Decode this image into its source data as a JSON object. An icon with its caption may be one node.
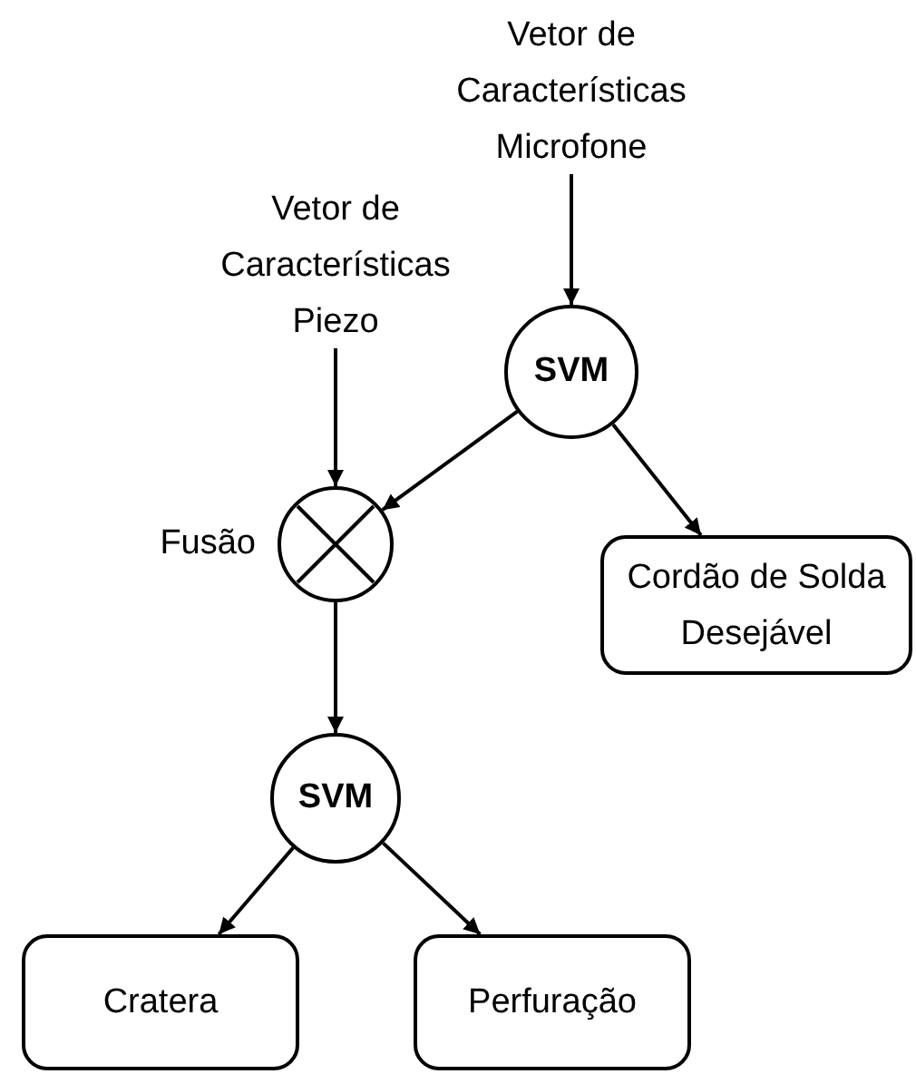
{
  "diagram": {
    "nodes": [
      {
        "text": [
          "Vetor de Características Microfone"
        ]
      },
      {
        "text": [
          "Vetor de Características Piezo"
        ]
      },
      {
        "text": [
          "SVM"
        ]
      },
      {
        "text": [],
        "shape": "circle",
        "beside": [
          "Fusão"
        ]
      },
      {
        "text": [
          "Cordão de Solda Desejável"
        ]
      },
      {
        "text": [
          "SVM"
        ]
      },
      {
        "text": [
          "Cratera"
        ]
      },
      {
        "text": [
          "Perfuração"
        ]
      }
    ],
    "edges": [
      {
        "from": 0,
        "to": 2,
        "arrow": "to"
      },
      {
        "from": 1,
        "to": 3,
        "arrow": "to"
      },
      {
        "from": 2,
        "to": 3,
        "arrow": "to"
      },
      {
        "from": 2,
        "to": 4,
        "arrow": "to"
      },
      {
        "from": 3,
        "to": 5,
        "arrow": "to"
      },
      {
        "from": 5,
        "to": 6,
        "arrow": "to"
      },
      {
        "from": 5,
        "to": 7,
        "arrow": "to"
      }
    ]
  }
}
